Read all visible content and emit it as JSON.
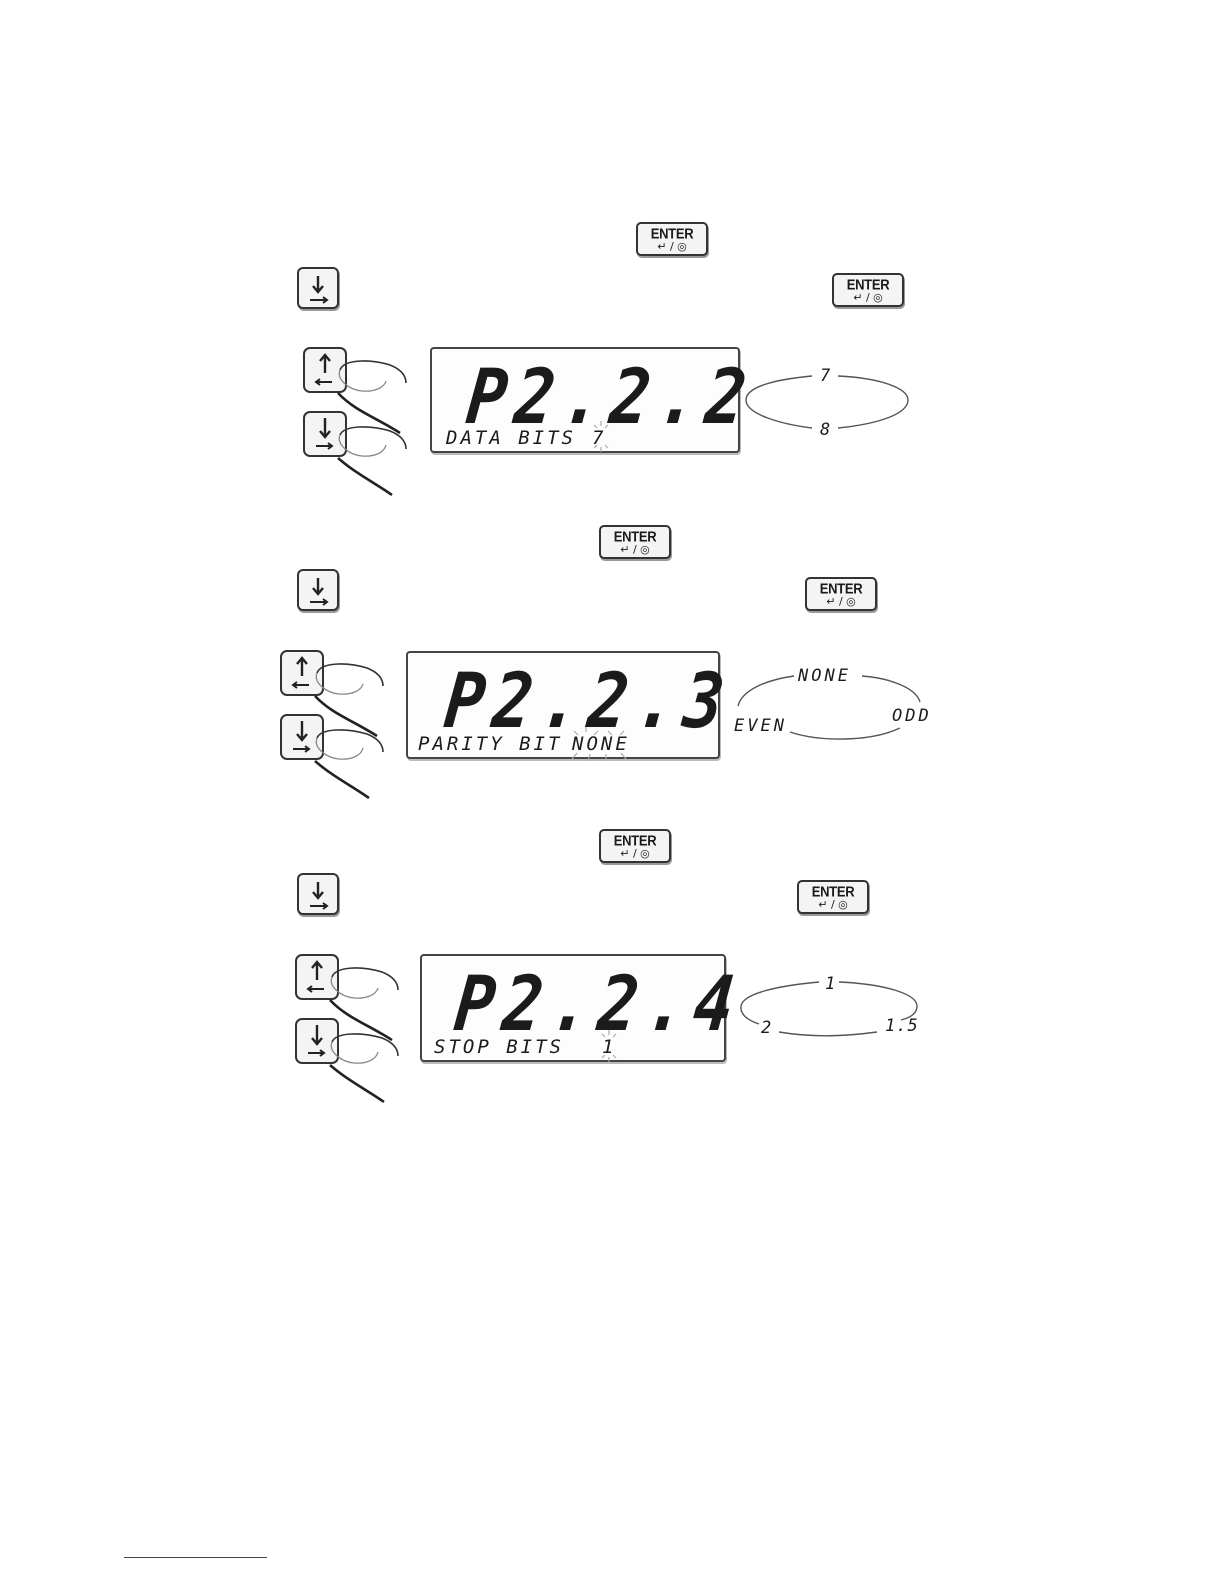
{
  "key_labels": {
    "enter": "ENTER",
    "enter_sub": "↵ / ◎"
  },
  "steps": [
    {
      "code": "P2.2.2",
      "label": "DATA BITS",
      "value": "7",
      "options": [
        "7",
        "8"
      ]
    },
    {
      "code": "P2.2.3",
      "label": "PARITY BIT",
      "value": "NONE",
      "options": [
        "NONE",
        "ODD",
        "EVEN"
      ]
    },
    {
      "code": "P2.2.4",
      "label": "STOP BITS",
      "value": "1",
      "options": [
        "1",
        "1.5",
        "2"
      ]
    }
  ]
}
